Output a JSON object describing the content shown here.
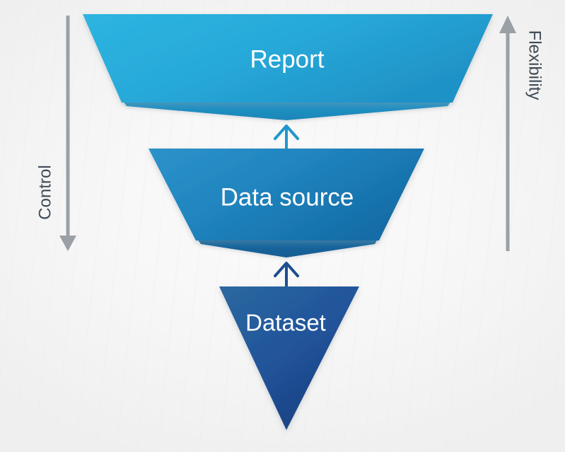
{
  "diagram": {
    "type": "inverted-funnel",
    "title": "",
    "background_color": "#f4f4f4",
    "stages": [
      {
        "id": "report",
        "label": "Report",
        "shape": "trapezoid",
        "fill_start": "#2bb2e0",
        "fill_end": "#2095c8",
        "bevel_color": "#1f8ebe",
        "level": 1
      },
      {
        "id": "data-source",
        "label": "Data source",
        "shape": "trapezoid",
        "fill_start": "#2a8fc8",
        "fill_end": "#1772ae",
        "bevel_color": "#17649b",
        "level": 2
      },
      {
        "id": "dataset",
        "label": "Dataset",
        "shape": "triangle",
        "fill_start": "#24619f",
        "fill_end": "#1b3f82",
        "bevel_color": "#1b3f82",
        "level": 3
      }
    ],
    "connectors": [
      {
        "id": "dataset-to-data-source",
        "direction": "up",
        "from": "dataset",
        "to": "data-source",
        "color": "#1d4e8f"
      },
      {
        "id": "data-source-to-report",
        "direction": "up",
        "from": "data-source",
        "to": "report",
        "color": "#2296cc"
      }
    ],
    "axes": [
      {
        "id": "control-axis",
        "label": "Control",
        "side": "left",
        "direction": "down",
        "color": "#9aa0a6",
        "text_color": "#3f4a55",
        "rotation": -90
      },
      {
        "id": "flexibility-axis",
        "label": "Flexibility",
        "side": "right",
        "direction": "up",
        "color": "#9aa0a6",
        "text_color": "#3f4a55",
        "rotation": 90
      }
    ]
  }
}
